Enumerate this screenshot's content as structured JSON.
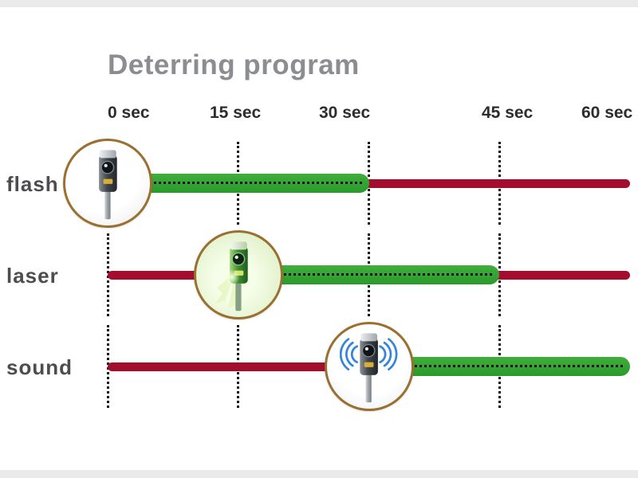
{
  "title": "Deterring program",
  "axis": {
    "tick_labels": [
      "0 sec",
      "15 sec",
      "30 sec",
      "45 sec",
      "60 sec"
    ]
  },
  "colors": {
    "active_bar_green": "#2f9e30",
    "inactive_bar_red": "#a30d2e",
    "circle_border_brown": "#99702f",
    "title_gray": "#8b8d90",
    "row_label_gray": "#4b4d4f",
    "gridline_dot_black": "#141414",
    "sound_wave_blue": "#3585d8"
  },
  "chart_data": {
    "type": "gantt",
    "title": "Deterring program",
    "x_unit": "sec",
    "x_tick_labels": [
      "0 sec",
      "15 sec",
      "30 sec",
      "45 sec",
      "60 sec"
    ],
    "xlim_sec": [
      0,
      60
    ],
    "grid_ticks_sec": [
      0,
      15,
      30,
      45
    ],
    "rows": [
      {
        "label": "flash",
        "active_interval_sec": [
          0,
          30
        ],
        "device_marker_at_sec": 0,
        "icon": "flash-device-icon"
      },
      {
        "label": "laser",
        "active_interval_sec": [
          15,
          45
        ],
        "device_marker_at_sec": 15,
        "icon": "laser-device-icon"
      },
      {
        "label": "sound",
        "active_interval_sec": [
          30,
          60
        ],
        "device_marker_at_sec": 30,
        "icon": "sound-device-icon"
      }
    ]
  }
}
